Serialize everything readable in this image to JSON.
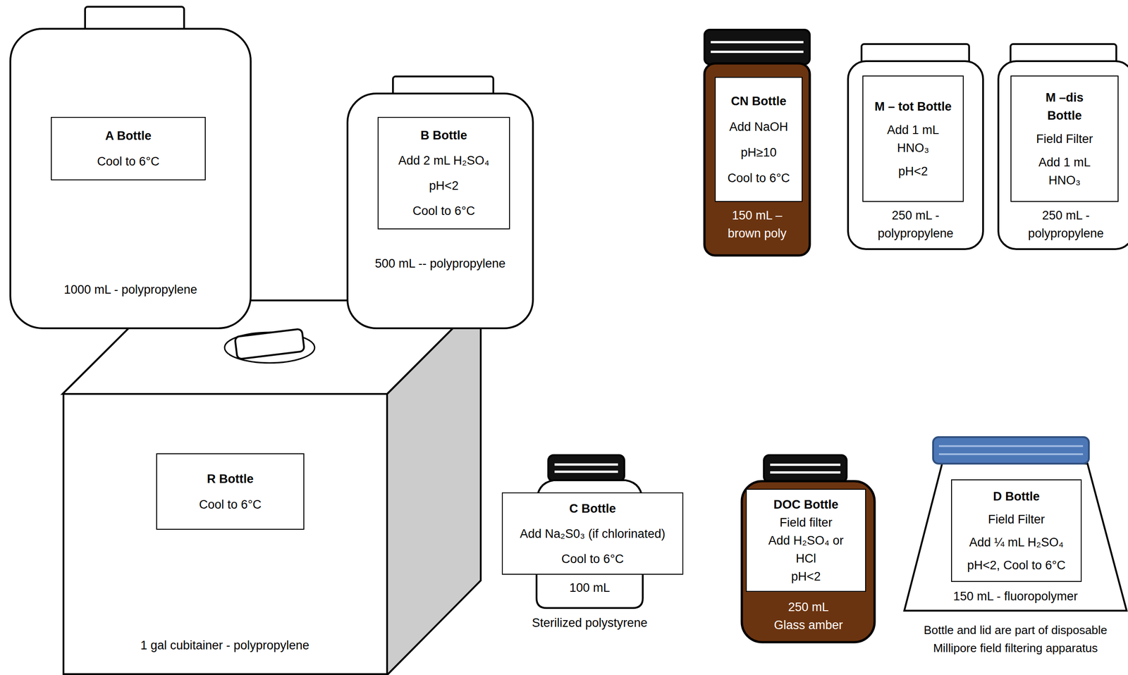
{
  "diagram": {
    "nodes": [
      {
        "text": [
          "1000 mL - polypropylene"
        ]
      },
      {
        "text": [
          "A Bottle",
          "Cool to 6°C"
        ],
        "in": 0
      },
      {
        "text": [
          "500 mL -- polypropylene"
        ]
      },
      {
        "text": [
          "B Bottle",
          "Add 2 mL H₂SO₄",
          "pH<2",
          "Cool to 6°C"
        ],
        "in": 2
      },
      {
        "text": [
          "1 gal cubitainer - polypropylene"
        ]
      },
      {
        "text": [
          "R Bottle",
          "Cool to 6°C"
        ],
        "in": 4
      },
      {
        "text": [
          "150 mL – brown poly"
        ]
      },
      {
        "text": [
          "CN Bottle",
          "Add NaOH",
          "pH≥10",
          "Cool to 6°C"
        ],
        "in": 6
      },
      {
        "text": [
          "250 mL - polypropylene"
        ]
      },
      {
        "text": [
          "M – tot Bottle",
          "Add 1 mL HNO₃",
          "pH<2"
        ],
        "in": 8
      },
      {
        "text": [
          "250 mL - polypropylene"
        ]
      },
      {
        "text": [
          "M –dis Bottle",
          "Field Filter",
          "Add 1 mL HNO₃"
        ],
        "in": 10
      },
      {
        "text": [
          "100 mL",
          "Sterilized polystyrene"
        ]
      },
      {
        "text": [
          "C Bottle",
          "Add Na₂S0₃ (if chlorinated)",
          "Cool to 6°C"
        ],
        "in": 12
      },
      {
        "text": [
          "250 mL Glass amber"
        ]
      },
      {
        "text": [
          "DOC Bottle",
          "Field filter",
          "Add H₂SO₄ or HCl",
          "pH<2"
        ],
        "in": 14
      },
      {
        "text": [
          "150 mL - fluoropolymer",
          "Bottle and lid are part of disposable Millipore field filtering apparatus"
        ]
      },
      {
        "text": [
          "D Bottle",
          "Field Filter",
          "Add ¼ mL H₂SO₄",
          "pH<2, Cool to 6°C"
        ],
        "in": 16
      }
    ]
  }
}
